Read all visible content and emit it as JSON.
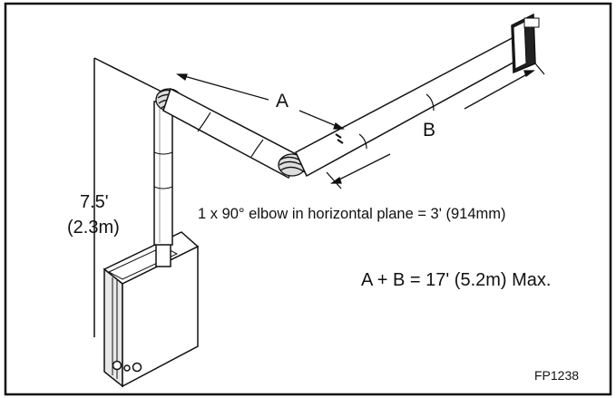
{
  "diagram": {
    "label_a": "A",
    "label_b": "B",
    "vertical_height": "7.5'",
    "vertical_height_metric": "(2.3m)",
    "elbow_note": "1 x 90° elbow in horizontal plane = 3' (914mm)",
    "formula": "A + B = 17' (5.2m) Max.",
    "figure_id": "FP1238"
  },
  "colors": {
    "line": "#111111",
    "pipe_fill": "#ffffff",
    "shade": "#cfcfcf"
  }
}
